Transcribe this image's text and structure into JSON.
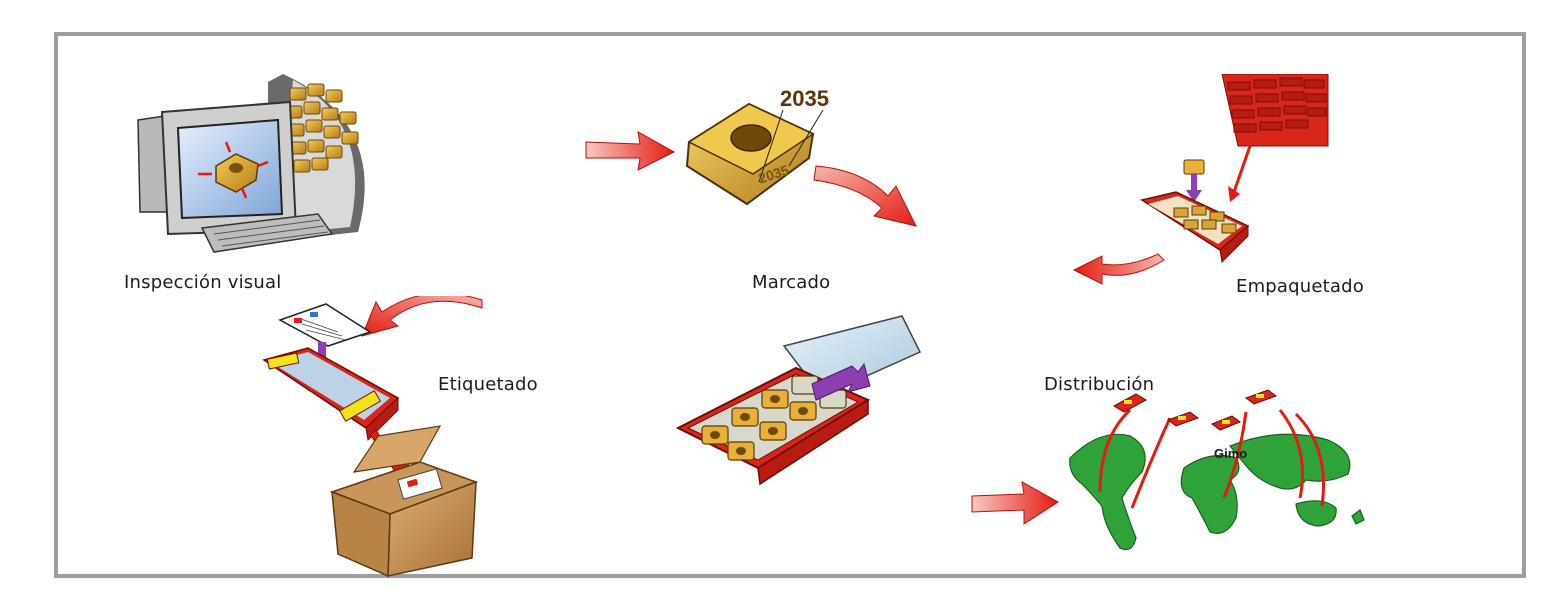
{
  "diagram": {
    "steps": {
      "inspection": "Inspección visual",
      "marking": "Marcado",
      "packing": "Empaquetado",
      "labeling": "Etiquetado",
      "distribution": "Distribución"
    },
    "marking_code": "2035",
    "map_location": "Gimo",
    "colors": {
      "arrow_red": "#e31b12",
      "insert_gold": "#d4a12a",
      "tray_red": "#d8261b",
      "map_green": "#2fa33a",
      "box_brown": "#c9955a",
      "frame_gray": "#9e9e9e",
      "purple": "#8b3fb0"
    }
  }
}
